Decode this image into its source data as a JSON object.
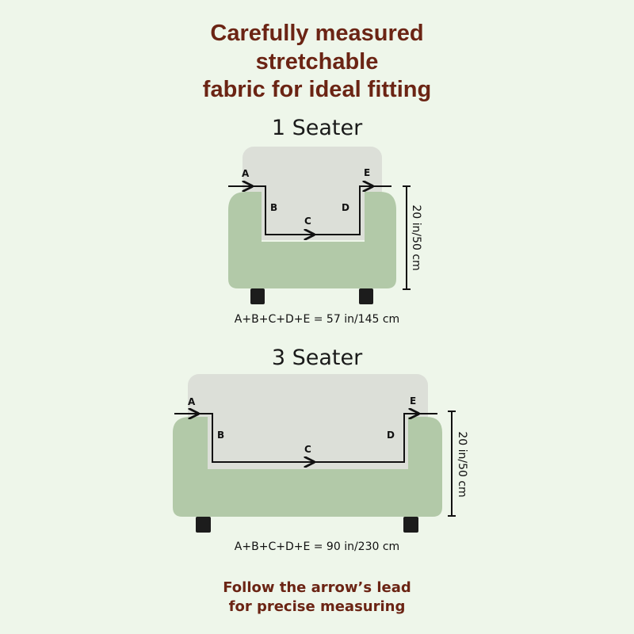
{
  "headline": {
    "line1": "Carefully measured",
    "line2": "stretchable",
    "line3": "fabric for ideal fitting"
  },
  "diagrams": [
    {
      "title": "1 Seater",
      "labels": {
        "a": "A",
        "b": "B",
        "c": "C",
        "d": "D",
        "e": "E"
      },
      "height_label": "20 in/50 cm",
      "formula": "A+B+C+D+E = 57 in/145 cm"
    },
    {
      "title": "3 Seater",
      "labels": {
        "a": "A",
        "b": "B",
        "c": "C",
        "d": "D",
        "e": "E"
      },
      "height_label": "20 in/50 cm",
      "formula": "A+B+C+D+E = 90 in/230 cm"
    }
  ],
  "footer": {
    "line1": "Follow the arrow’s lead",
    "line2": "for precise measuring"
  },
  "colors": {
    "background": "#eef6ea",
    "headline": "#6b2414",
    "sofa_body": "#b2c9a8",
    "sofa_back": "#dcdfd8",
    "legs": "#1c1c1c"
  }
}
